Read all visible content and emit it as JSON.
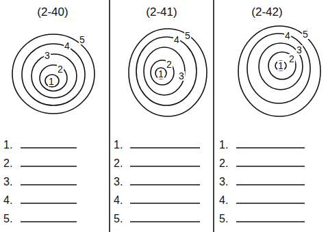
{
  "diagram": {
    "labels": [
      "(2-40)",
      "1",
      "2",
      "3",
      "4",
      "5",
      "1.",
      "2.",
      "3.",
      "4.",
      "5.",
      "(2-41)",
      "1",
      "2",
      "3",
      "4",
      "5",
      "1.",
      "2.",
      "3.",
      "4.",
      "5.",
      "(2-42)",
      "1",
      "2",
      "3",
      "4",
      "5",
      "1.",
      "2.",
      "3.",
      "4.",
      "5."
    ]
  }
}
